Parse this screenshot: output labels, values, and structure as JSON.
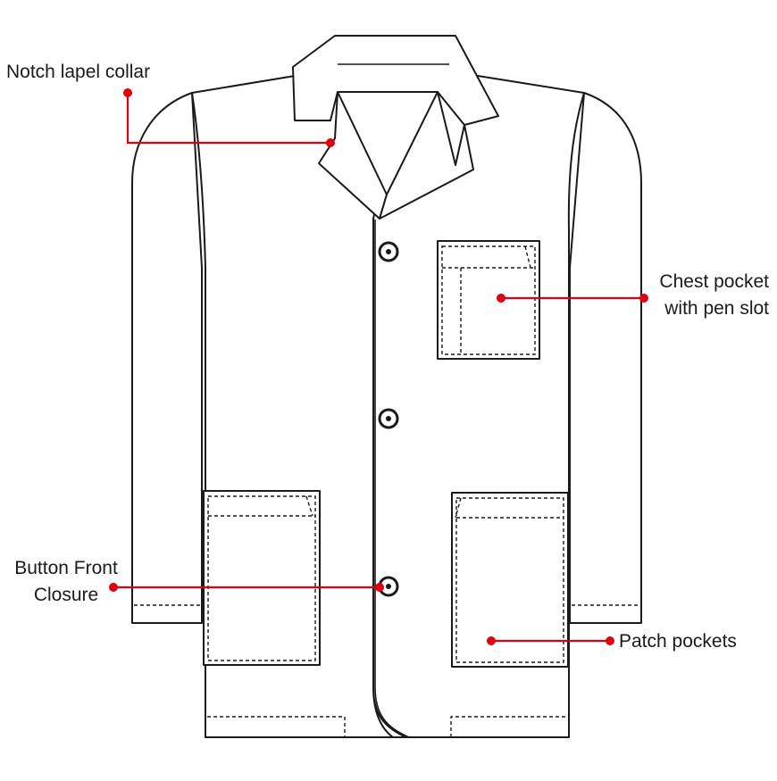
{
  "labels": {
    "collar": "Notch lapel collar",
    "chest_line1": "Chest pocket",
    "chest_line2": "with pen slot",
    "button_line1": "Button Front",
    "button_line2": "Closure",
    "patch": "Patch pockets"
  },
  "colors": {
    "outline": "#1a1a1a",
    "callout": "#e0000f",
    "background": "#ffffff"
  }
}
